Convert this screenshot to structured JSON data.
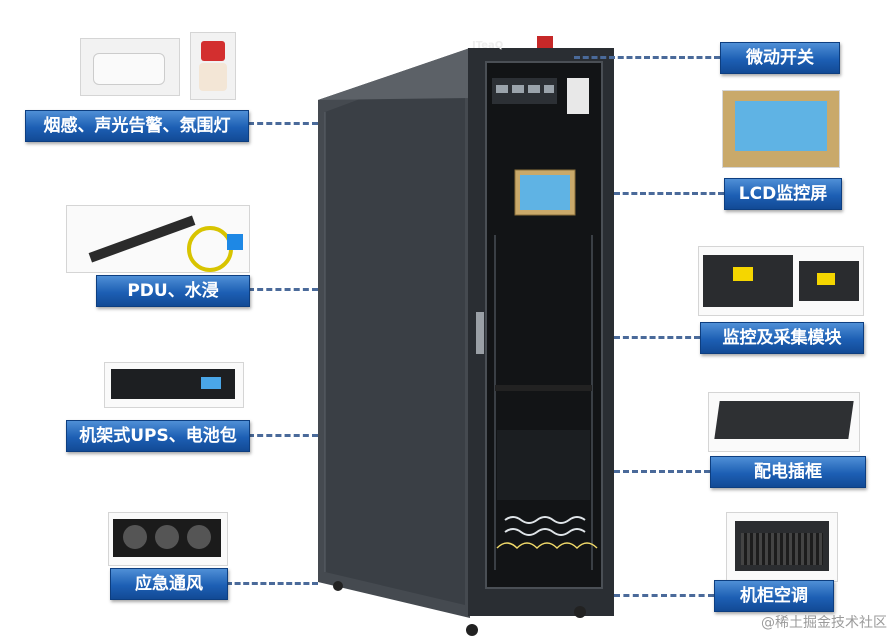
{
  "brand": "ITeaQ",
  "labels": {
    "smoke": "烟感、声光告警、氛围灯",
    "pdu": "PDU、水浸",
    "ups": "机架式UPS、电池包",
    "fan": "应急通风",
    "micro_switch": "微动开关",
    "lcd": "LCD监控屏",
    "monitor_module": "监控及采集模块",
    "power_box": "配电插框",
    "ac": "机柜空调"
  },
  "watermark": "@稀土掘金技术社区"
}
